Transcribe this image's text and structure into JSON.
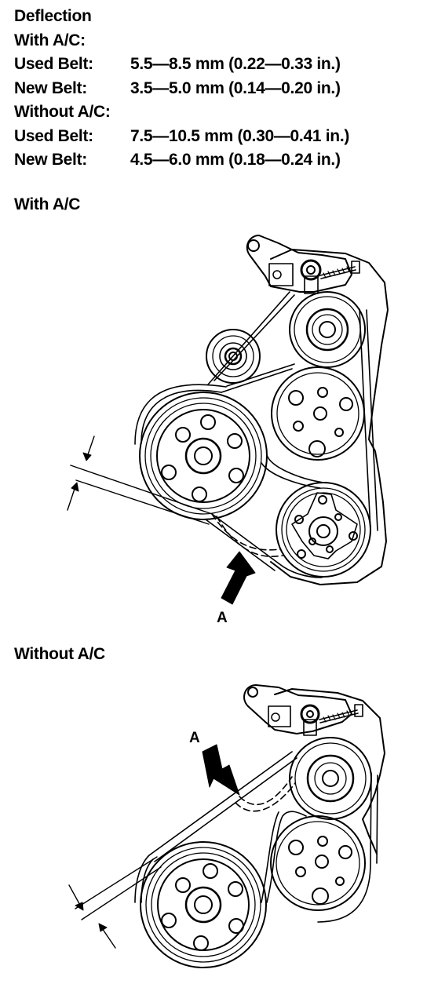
{
  "spec": {
    "title": "Deflection",
    "with_ac_label": "With A/C:",
    "with_ac_used_label": "Used Belt:",
    "with_ac_used_value": "5.5—8.5 mm (0.22—0.33 in.)",
    "with_ac_new_label": "New Belt:",
    "with_ac_new_value": "3.5—5.0 mm (0.14—0.20 in.)",
    "without_ac_label": "Without A/C:",
    "without_ac_used_label": "Used Belt:",
    "without_ac_used_value": "7.5—10.5 mm (0.30—0.41 in.)",
    "without_ac_new_label": "New Belt:",
    "without_ac_new_value": "4.5—6.0 mm (0.18—0.24 in.)"
  },
  "figure1": {
    "heading": "With A/C",
    "callout": "A"
  },
  "figure2": {
    "heading": "Without A/C",
    "callout": "A"
  }
}
